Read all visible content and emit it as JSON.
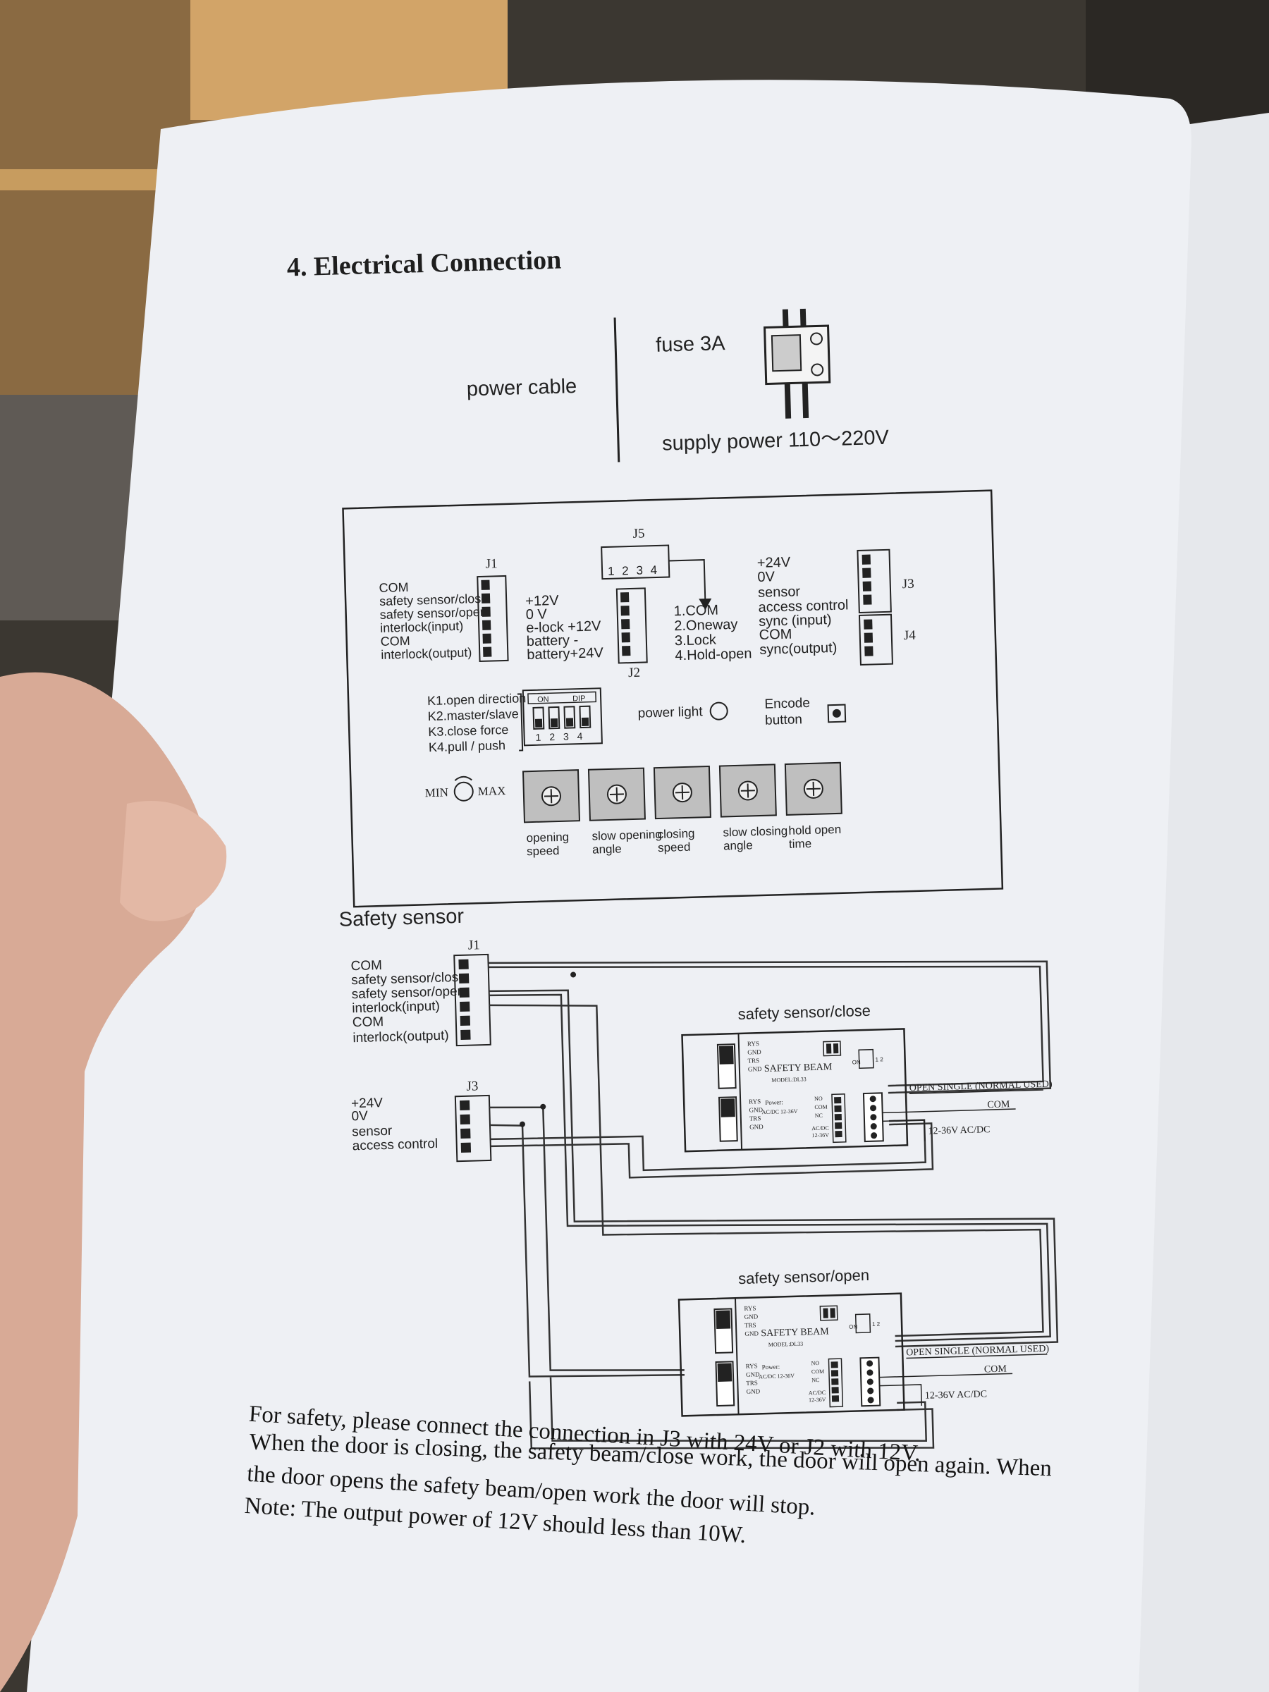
{
  "page": {
    "heading": "4. Electrical Connection",
    "power": {
      "cable_label": "power cable",
      "fuse_label": "fuse 3A",
      "supply_label": "supply power 110～220V"
    },
    "board": {
      "j1": {
        "title": "J1",
        "pins": [
          "COM",
          "safety sensor/close",
          "safety sensor/open",
          "interlock(input)",
          "COM",
          "interlock(output)"
        ]
      },
      "j2": {
        "title": "J2",
        "pins": [
          "+12V",
          "0 V",
          "e-lock +12V",
          "battery -",
          "battery+24V"
        ]
      },
      "j5": {
        "title": "J5",
        "numbers": "1 2 3 4",
        "functions": [
          "1.COM",
          "2.Oneway",
          "3.Lock",
          "4.Hold-open"
        ]
      },
      "j3": {
        "title": "J3",
        "pins": [
          "+24V",
          "0V",
          "sensor",
          "access control"
        ]
      },
      "j4": {
        "title": "J4",
        "pins": [
          "sync (input)",
          "COM",
          "sync(output)"
        ]
      },
      "dip": {
        "on_label": "ON",
        "dip_label": "DIP",
        "numbers": "1 2 3 4",
        "keys": [
          "K1.open direction",
          "K2.master/slave",
          "K3.close force",
          "K4.pull / push"
        ]
      },
      "power_light": "power light",
      "encode_button": "Encode button",
      "knob": {
        "min": "MIN",
        "max": "MAX"
      },
      "pots": [
        "opening speed",
        "slow opening angle",
        "closing speed",
        "slow closing angle",
        "hold open time"
      ]
    },
    "safety": {
      "heading": "Safety sensor",
      "j1": {
        "title": "J1",
        "pins": [
          "COM",
          "safety sensor/close",
          "safety sensor/open",
          "interlock(input)",
          "COM",
          "interlock(output)"
        ]
      },
      "j3": {
        "title": "J3",
        "pins": [
          "+24V",
          "0V",
          "sensor",
          "access control"
        ]
      },
      "close_title": "safety sensor/close",
      "open_title": "safety sensor/open",
      "beam": {
        "name": "SAFETY BEAM",
        "model": "MODEL:DL33",
        "pins_top": [
          "RYS",
          "GND",
          "TRS",
          "GND"
        ],
        "pins_bottom": [
          "RYS",
          "GND",
          "TRS",
          "GND"
        ],
        "power": "Power:",
        "power_spec": "AC/DC 12-36V",
        "terminals": [
          "NO",
          "COM",
          "NC"
        ],
        "acdc": "AC/DC",
        "volt": "12-36V",
        "switch_on": "ON",
        "switch_nums": "1 2"
      },
      "ext": {
        "signal": "OPEN SINGLE (NORMAL USED)",
        "com": "COM",
        "power": "12-36V AC/DC"
      }
    },
    "notes": [
      "For safety, please connect the connection in J3 with 24V or J2 with 12V.",
      "When the door is closing, the safety beam/close work, the door will open again. When",
      "the door opens the safety beam/open work the door will stop.",
      "Note: The output power of 12V should less than 10W."
    ]
  }
}
